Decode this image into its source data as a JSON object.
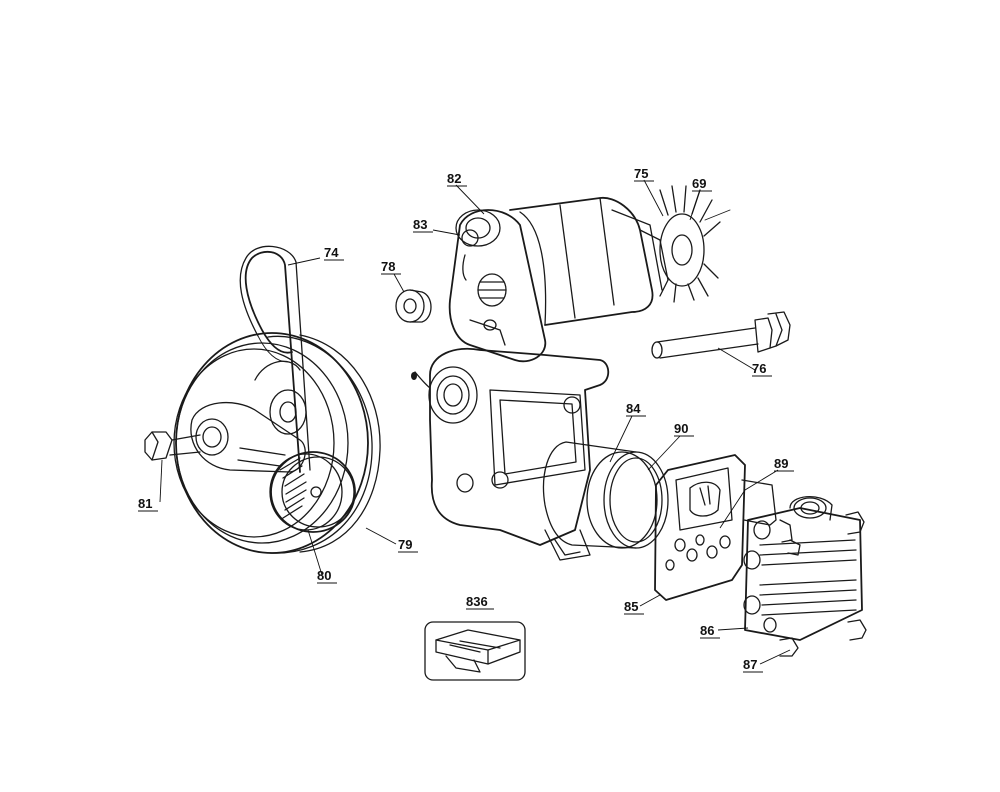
{
  "callouts": {
    "c69": "69",
    "c74": "74",
    "c75": "75",
    "c76": "76",
    "c78": "78",
    "c79": "79",
    "c80": "80",
    "c81": "81",
    "c82": "82",
    "c83": "83",
    "c84": "84",
    "c85": "85",
    "c86": "86",
    "c87": "87",
    "c89": "89",
    "c90": "90",
    "c836": "836"
  },
  "colors": {
    "ink": "#1a1a1a",
    "background": "#ffffff"
  }
}
